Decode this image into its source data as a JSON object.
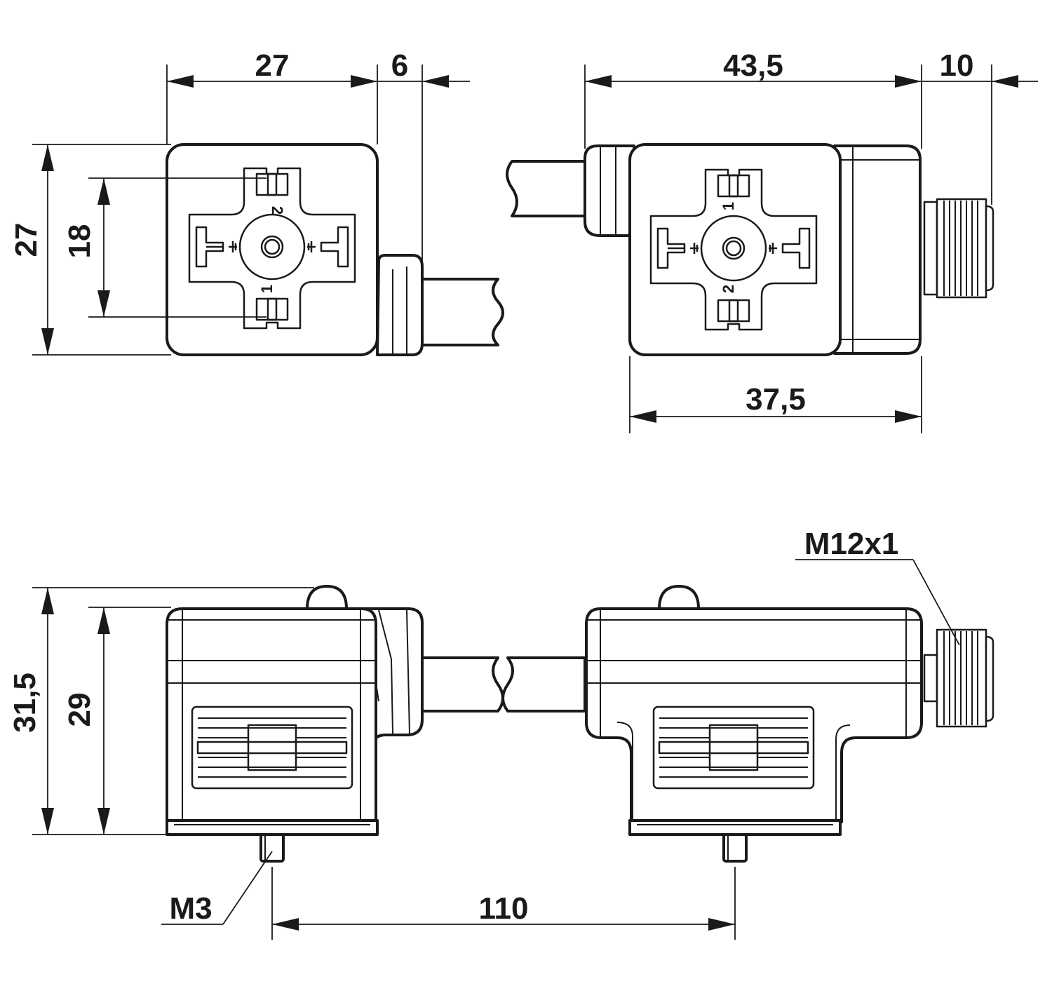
{
  "dimensions": {
    "front_left_width": "27",
    "front_left_offset": "6",
    "front_left_height": "27",
    "front_left_pin_spacing": "18",
    "front_right_length": "43,5",
    "front_right_thread_length": "10",
    "front_right_body_width": "37,5",
    "side_total_height": "31,5",
    "side_body_height": "29",
    "screw_spacing": "110"
  },
  "callouts": {
    "screw_thread": "M3",
    "connector_thread": "M12x1"
  },
  "pins": {
    "left_top": "2",
    "left_bottom": "1",
    "right_top": "1",
    "right_bottom": "2"
  }
}
